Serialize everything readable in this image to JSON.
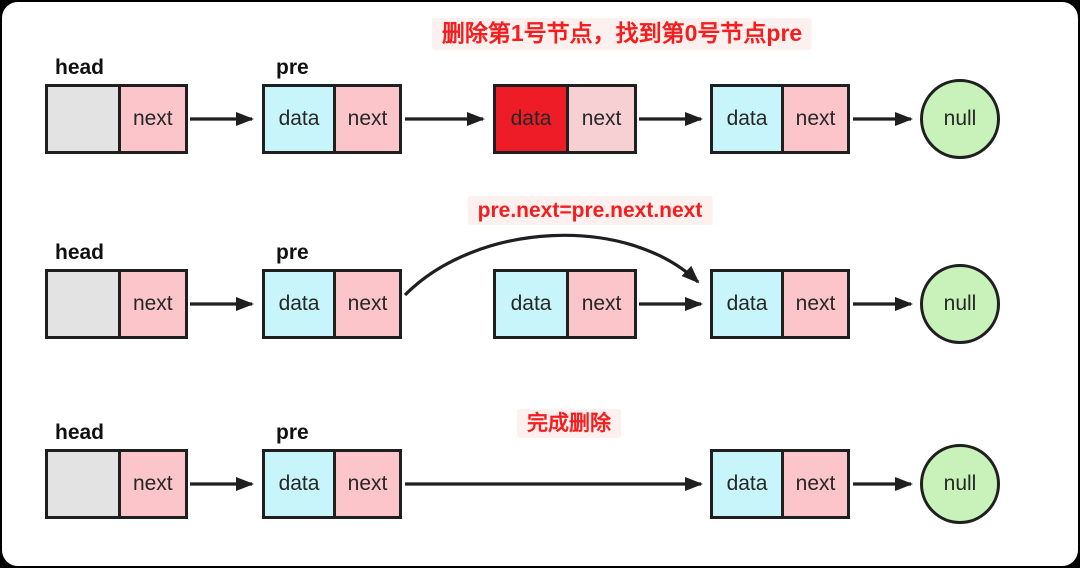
{
  "colors": {
    "frame": "#000000",
    "canvas": "#ffffff",
    "outline": "#1f1f1f",
    "cell_gray": "#e4e3e3",
    "cell_pink": "#fbc5c9",
    "cell_cyan": "#c7f5fa",
    "cell_red": "#ee1c26",
    "cell_lightpink": "#f7d0d4",
    "null_green": "#c9f2ba",
    "caption_red": "#f51d1d"
  },
  "rows": [
    {
      "caption": "删除第1号节点，找到第0号节点pre",
      "nodes": [
        {
          "label": "head",
          "cells": [
            {
              "text": ""
            },
            {
              "text": "next"
            }
          ]
        },
        {
          "label": "pre",
          "cells": [
            {
              "text": "data"
            },
            {
              "text": "next"
            }
          ]
        },
        {
          "cells": [
            {
              "text": "data"
            },
            {
              "text": "next"
            }
          ]
        },
        {
          "cells": [
            {
              "text": "data"
            },
            {
              "text": "next"
            }
          ]
        }
      ],
      "terminal": "null"
    },
    {
      "caption": "pre.next=pre.next.next",
      "nodes": [
        {
          "label": "head",
          "cells": [
            {
              "text": ""
            },
            {
              "text": "next"
            }
          ]
        },
        {
          "label": "pre",
          "cells": [
            {
              "text": "data"
            },
            {
              "text": "next"
            }
          ]
        },
        {
          "cells": [
            {
              "text": "data"
            },
            {
              "text": "next"
            }
          ]
        },
        {
          "cells": [
            {
              "text": "data"
            },
            {
              "text": "next"
            }
          ]
        }
      ],
      "terminal": "null"
    },
    {
      "caption": "完成删除",
      "nodes": [
        {
          "label": "head",
          "cells": [
            {
              "text": ""
            },
            {
              "text": "next"
            }
          ]
        },
        {
          "label": "pre",
          "cells": [
            {
              "text": "data"
            },
            {
              "text": "next"
            }
          ]
        },
        {
          "cells": [
            {
              "text": "data"
            },
            {
              "text": "next"
            }
          ]
        }
      ],
      "terminal": "null"
    }
  ]
}
